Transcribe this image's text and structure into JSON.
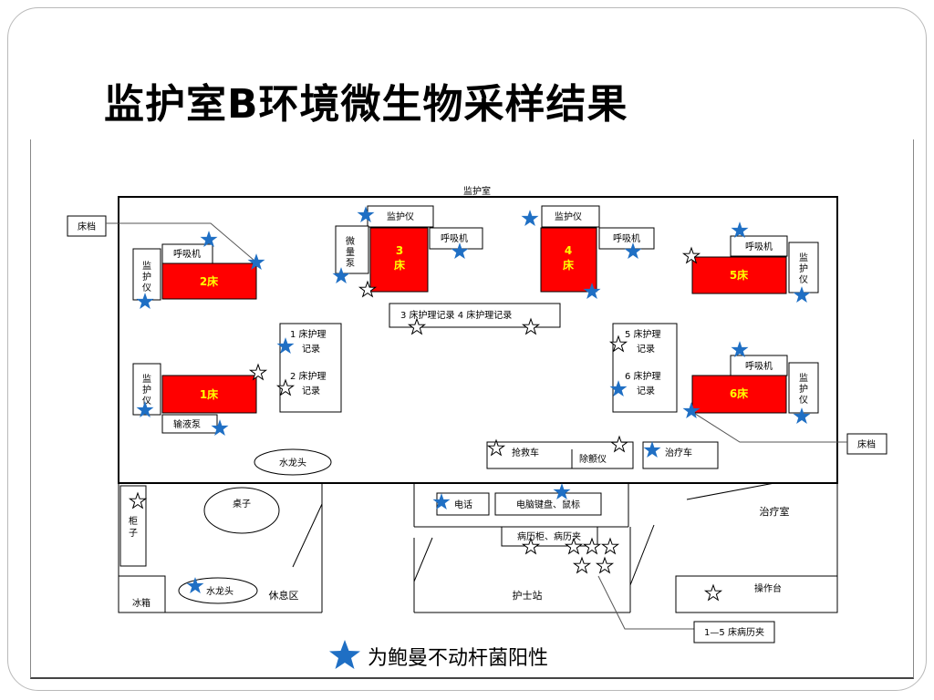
{
  "title": "监护室B环境微生物采样结果",
  "rooms": {
    "icu": "监护室",
    "lounge": "休息区",
    "nurse_station": "护士站",
    "treatment_room": "治疗室"
  },
  "beds": {
    "bed1": "1床",
    "bed2": "2床",
    "bed3_num": "3",
    "bed3_char": "床",
    "bed4_num": "4",
    "bed4_char": "床",
    "bed5": "5床",
    "bed6": "6床"
  },
  "equipment": {
    "ventilator": "呼吸机",
    "monitor": "监护仪",
    "monitor_v1": "监",
    "monitor_v2": "护",
    "monitor_v3": "仪",
    "pump_v1": "微",
    "pump_v2": "量",
    "pump_v3": "泵",
    "infusion_pump": "输液泵",
    "faucet": "水龙头",
    "nursing_record_34": "3 床护理记录     4 床护理记录",
    "record_1_a": "1 床护理",
    "record_1_b": "记录",
    "record_2_a": "2 床护理",
    "record_2_b": "记录",
    "record_5_a": "5 床护理",
    "record_5_b": "记录",
    "record_6_a": "6 床护理",
    "record_6_b": "记录",
    "crash_cart": "抢救车",
    "defibrillator": "除颤仪",
    "treatment_cart": "治疗车",
    "phone": "电话",
    "keyboard_mouse": "电脑键盘、鼠标",
    "chart_cabinet": "病历柜、病历夹",
    "workbench": "操作台",
    "table": "桌子",
    "cabinet_v1": "柜",
    "cabinet_v2": "子",
    "fridge": "冰箱"
  },
  "callouts": {
    "bed_rail_left": "床档",
    "bed_rail_right": "床档",
    "chart_folder": "1—5 床病历夹"
  },
  "legend": {
    "text": "为鲍曼不动杆菌阳性"
  },
  "colors": {
    "bed_fill": "#ff0000",
    "bed_text": "#ffff00",
    "positive_star": "#1f6fc4"
  }
}
